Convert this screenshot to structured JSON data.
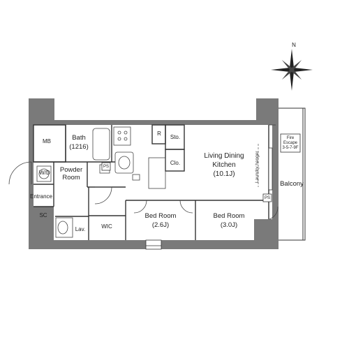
{
  "compass": {
    "north_label": "N"
  },
  "rooms": {
    "mb": "MB",
    "bath_name": "Bath",
    "bath_size": "(1216)",
    "wd": "W/D",
    "powder_line1": "Powder",
    "powder_line2": "Room",
    "ps1": "PS",
    "ps2": "PS",
    "refrigerator": "R",
    "storage": "Sto.",
    "closet": "Clo.",
    "ldk_line1": "Living Dining",
    "ldk_line2": "Kitchen",
    "ldk_size": "(10.1J)",
    "laundry_hanger": "Laundry hanger",
    "entrance": "Entrance",
    "shoe_cabinet": "SC",
    "lavatory": "Lav.",
    "wic": "WIC",
    "bed1_name": "Bed Room",
    "bed1_size": "(2.6J)",
    "bed2_name": "Bed Room",
    "bed2_size": "(3.0J)",
    "balcony": "Balcony",
    "fire_escape_line1": "Fire",
    "fire_escape_line2": "Escape",
    "fire_escape_line3": "3-5-7-9F"
  },
  "colors": {
    "wall": "#777777",
    "line": "#333333",
    "fixture": "#555555"
  }
}
